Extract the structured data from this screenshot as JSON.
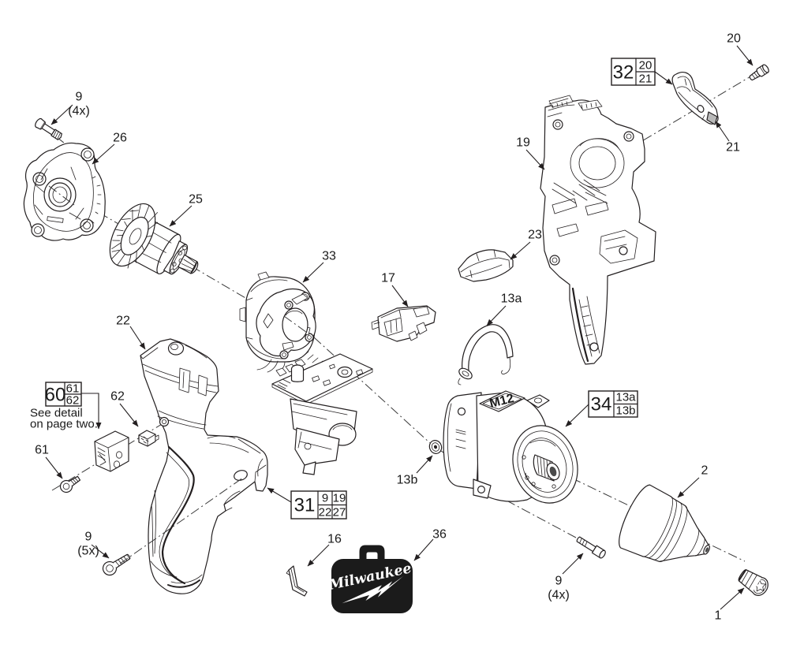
{
  "colors": {
    "line": "#231f20",
    "background": "#ffffff",
    "case_fill": "#1b1b1b",
    "logo_text": "#ffffff"
  },
  "callouts": {
    "screw_top": {
      "num": "9",
      "qty": "(4x)"
    },
    "bearing_plate": {
      "num": "26"
    },
    "rotor": {
      "num": "25"
    },
    "stator": {
      "num": "33"
    },
    "selector_switch": {
      "num": "17"
    },
    "belt_clip_spring": {
      "num": "13a"
    },
    "housing_right": {
      "num": "19"
    },
    "button": {
      "num": "23"
    },
    "clip_screw": {
      "num": "20"
    },
    "belt_clip": {
      "num": "21"
    },
    "housing_left": {
      "num": "22"
    },
    "contact_block": {
      "num": "62"
    },
    "led_screw": {
      "num": "61"
    },
    "housing_screw": {
      "num": "9",
      "qty": "(5x)"
    },
    "bit_clip": {
      "num": "16"
    },
    "carrying_case": {
      "num": "36"
    },
    "washer": {
      "num": "13b"
    },
    "gearbox_screw": {
      "num": "9",
      "qty": "(4x)"
    },
    "chuck": {
      "num": "2"
    },
    "chuck_screw": {
      "num": "1"
    }
  },
  "ref_boxes": {
    "b32": {
      "main": "32",
      "cells": [
        "20",
        "21"
      ]
    },
    "b60": {
      "main": "60",
      "cells": [
        "61",
        "62"
      ]
    },
    "b31": {
      "main": "31",
      "cells": [
        "9",
        "19",
        "22",
        "27"
      ]
    },
    "b34": {
      "main": "34",
      "cells": [
        "13a",
        "13b"
      ]
    }
  },
  "notes": {
    "detail_line1": "See detail",
    "detail_line2": "on page two."
  },
  "brand": {
    "case_logo": "Milwaukee",
    "motor_marking": "M12"
  }
}
